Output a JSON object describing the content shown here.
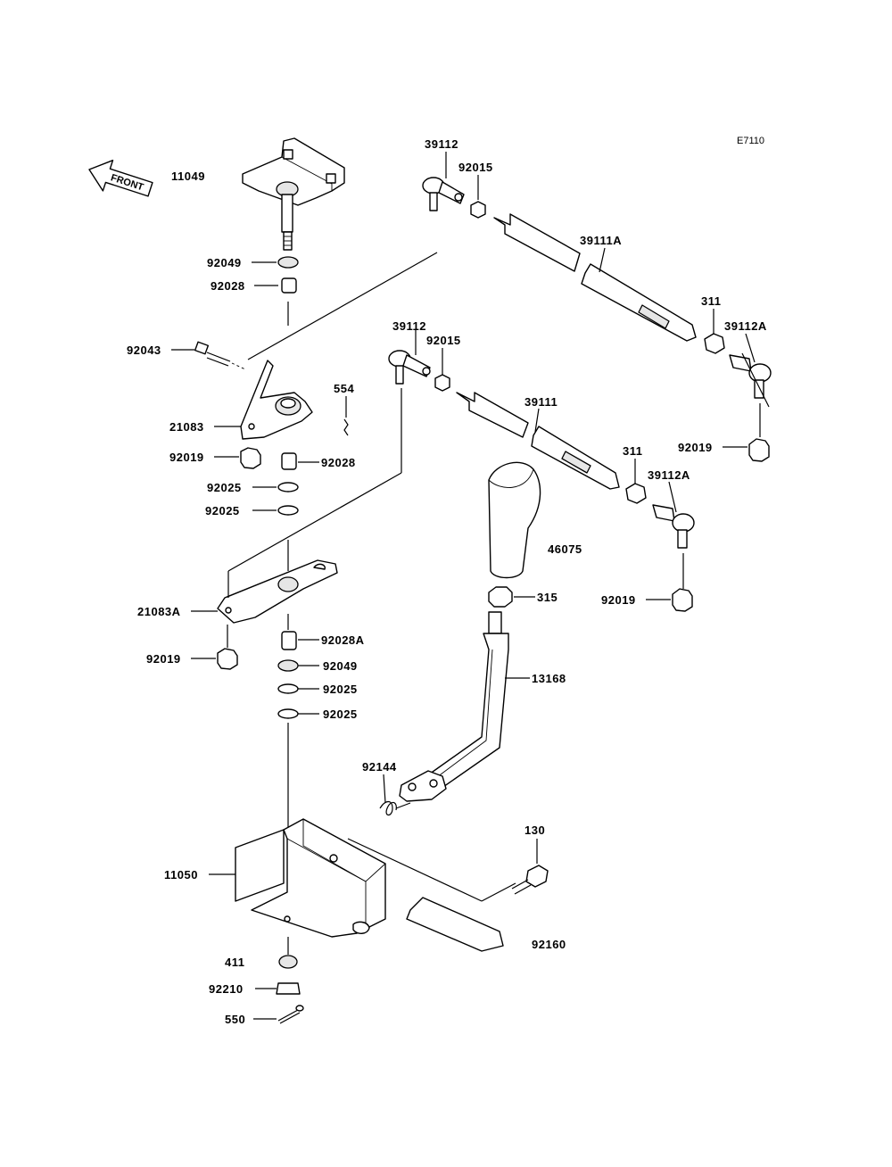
{
  "diagram_code": "E7110",
  "front_label": "FRONT",
  "labels": [
    {
      "id": "l-11049",
      "text": "11049"
    },
    {
      "id": "l-92049a",
      "text": "92049"
    },
    {
      "id": "l-92028a",
      "text": "92028"
    },
    {
      "id": "l-92043",
      "text": "92043"
    },
    {
      "id": "l-554",
      "text": "554"
    },
    {
      "id": "l-21083",
      "text": "21083"
    },
    {
      "id": "l-92019a",
      "text": "92019"
    },
    {
      "id": "l-92028b",
      "text": "92028"
    },
    {
      "id": "l-92025a",
      "text": "92025"
    },
    {
      "id": "l-92025b",
      "text": "92025"
    },
    {
      "id": "l-21083A",
      "text": "21083A"
    },
    {
      "id": "l-92019b",
      "text": "92019"
    },
    {
      "id": "l-92028A",
      "text": "92028A"
    },
    {
      "id": "l-92049b",
      "text": "92049"
    },
    {
      "id": "l-92025c",
      "text": "92025"
    },
    {
      "id": "l-92025d",
      "text": "92025"
    },
    {
      "id": "l-11050",
      "text": "11050"
    },
    {
      "id": "l-411",
      "text": "411"
    },
    {
      "id": "l-92210",
      "text": "92210"
    },
    {
      "id": "l-550",
      "text": "550"
    },
    {
      "id": "l-39112a",
      "text": "39112"
    },
    {
      "id": "l-92015a",
      "text": "92015"
    },
    {
      "id": "l-39111A",
      "text": "39111A"
    },
    {
      "id": "l-311a",
      "text": "311"
    },
    {
      "id": "l-39112Aa",
      "text": "39112A"
    },
    {
      "id": "l-92019c",
      "text": "92019"
    },
    {
      "id": "l-39112b",
      "text": "39112"
    },
    {
      "id": "l-92015b",
      "text": "92015"
    },
    {
      "id": "l-39111",
      "text": "39111"
    },
    {
      "id": "l-311b",
      "text": "311"
    },
    {
      "id": "l-39112Ab",
      "text": "39112A"
    },
    {
      "id": "l-46075",
      "text": "46075"
    },
    {
      "id": "l-92019d",
      "text": "92019"
    },
    {
      "id": "l-315",
      "text": "315"
    },
    {
      "id": "l-13168",
      "text": "13168"
    },
    {
      "id": "l-92144",
      "text": "92144"
    },
    {
      "id": "l-130",
      "text": "130"
    },
    {
      "id": "l-92160",
      "text": "92160"
    }
  ]
}
